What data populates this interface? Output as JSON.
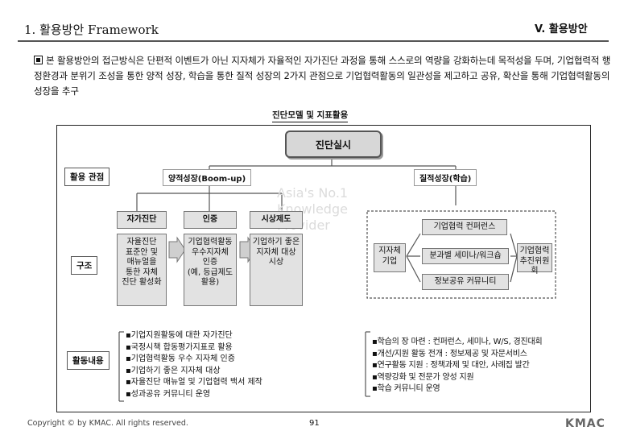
{
  "header": {
    "title": "1. 활용방안 Framework",
    "section": "V. 활용방안"
  },
  "intro": "본 활용방안의 접근방식은 단편적 이벤트가 아닌 지자체가 자율적인 자가진단 과정을 통해 스스로의 역량을 강화하는데 목적성을 두며, 기업협력적 행정환경과 분위기 조성을 통한 양적 성장, 학습을 통한 질적 성장의 2가지 관점으로 기업협력활동의 일관성을 제고하고 공유, 확산을 통해 기업협력활동의 성장을 추구",
  "diagram": {
    "heading": "진단모델 및 지표활용",
    "center": "진단실시",
    "row_labels": {
      "perspective": "활용 관점",
      "structure": "구조",
      "activities": "활동내용"
    },
    "quantitative": "양적성장(Boom-up)",
    "qualitative": "질적성장(학습)",
    "columns": [
      {
        "title": "자가진단",
        "body": "자율진단\n표준안 및\n매뉴얼을\n통한 자체\n진단 활성화"
      },
      {
        "title": "인증",
        "body": "기업협력활동\n우수지자체\n인증\n(예, 등급제도\n활용)"
      },
      {
        "title": "시상제도",
        "body": "기업하기 좋은\n지자체 대상\n시상"
      }
    ],
    "learning": {
      "conference": "기업협력 컨퍼런스",
      "local_gov": "지자체\n기업",
      "seminar": "분과별 세미나/워크숍",
      "community": "정보공유 커뮤니티",
      "committee": "기업협력\n추진위원회"
    },
    "left_activities": [
      "▪기업지원활동에 대한 자가진단",
      "▪국정시책 합동평가지표로 활용",
      "▪기업협력활동 우수 지자체 인증",
      "▪기업하기 좋은 지자체 대상",
      "▪자율진단 매뉴얼 및 기업협력 백서 제작",
      "▪성과공유 커뮤니티 운영"
    ],
    "right_activities": [
      "▪학습의 장 마련 : 컨퍼런스, 세미나, W/S, 경진대회",
      "▪개선/지원 활동 전개 : 정보제공 및 자문서비스",
      "▪연구활동 지원 : 정책과제 및 대안, 사례집 발간",
      "▪역량강화 및 전문가 양성 지원",
      "▪학습 커뮤니티 운영"
    ],
    "watermark": "Asia's No.1\nKnowledge\nProvider"
  },
  "footer": {
    "copyright": "Copyright © by KMAC. All rights reserved.",
    "page": "91",
    "logo": "KMAC"
  },
  "colors": {
    "grey_fill": "#e2e2e2",
    "frame": "#222222",
    "connector": "#555555"
  }
}
